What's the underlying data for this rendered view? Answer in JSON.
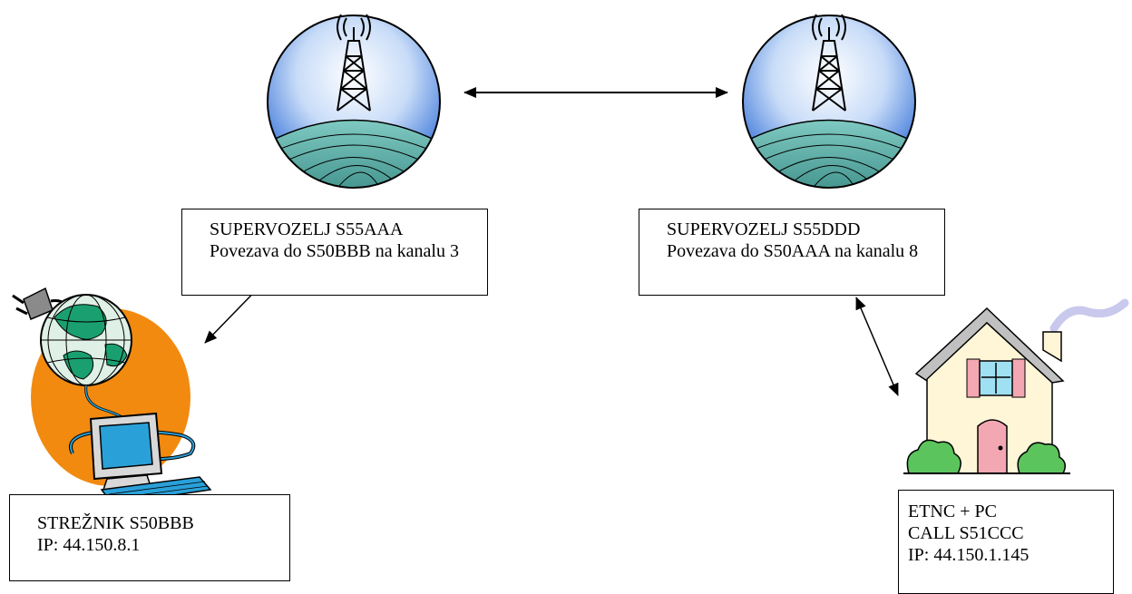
{
  "nodes": {
    "supernode_1": {
      "line1": "SUPERVOZELJ S55AAA",
      "line2": "Povezava do S50BBB na kanalu 3"
    },
    "supernode_2": {
      "line1": "SUPERVOZELJ S55DDD",
      "line2": "Povezava do S50AAA na kanalu 8"
    },
    "server": {
      "line1": "STREŽNIK S50BBB",
      "line2": "IP: 44.150.8.1"
    },
    "home": {
      "line1": "ETNC + PC",
      "line2": "CALL S51CCC",
      "line3": "IP: 44.150.1.145"
    }
  },
  "icons": [
    "radio-tower-icon",
    "radio-tower-icon",
    "globe-computer-icon",
    "house-icon"
  ],
  "colors": {
    "sky": "#5a8fe0",
    "hill": "#4fa6a0",
    "orange": "#f28a10",
    "screen": "#2aa0d8",
    "globe": "#1aa070",
    "house_wall": "#fff6d8",
    "roof": "#c0c0c0",
    "door": "#f3a7b3",
    "bush": "#5cc45c",
    "smoke": "#c9c9ee"
  }
}
